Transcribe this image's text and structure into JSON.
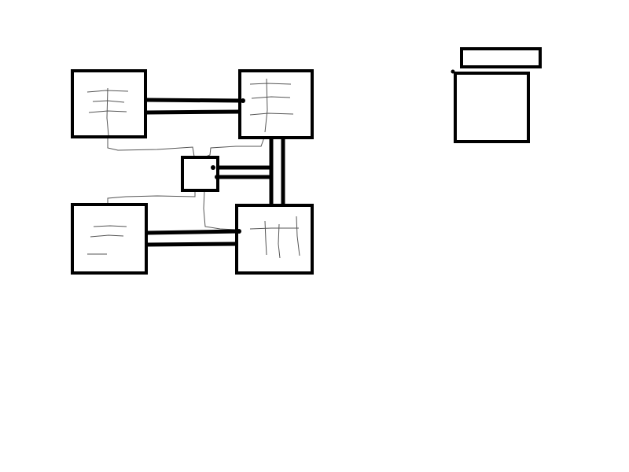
{
  "diagram": {
    "colors": {
      "background": "#ffffff",
      "stroke": "#000000",
      "wire": "#555555"
    },
    "nodes": [
      {
        "id": "top-left-box"
      },
      {
        "id": "top-right-box"
      },
      {
        "id": "bottom-left-box"
      },
      {
        "id": "bottom-right-box"
      },
      {
        "id": "center-small-box"
      },
      {
        "id": "legend-box"
      },
      {
        "id": "legend-label-bar"
      }
    ],
    "connections": [
      {
        "from": "top-left-box",
        "to": "top-right-box",
        "kind": "double-bus"
      },
      {
        "from": "bottom-left-box",
        "to": "bottom-right-box",
        "kind": "double-bus"
      },
      {
        "from": "top-right-box",
        "to": "bottom-right-box",
        "kind": "double-bus"
      },
      {
        "from": "center-small-box",
        "to": "top-right-box",
        "kind": "double-bus"
      },
      {
        "from": "top-left-box",
        "to": "center-small-box",
        "kind": "thin-wire"
      },
      {
        "from": "top-right-box",
        "to": "center-small-box",
        "kind": "thin-wire"
      },
      {
        "from": "center-small-box",
        "to": "bottom-left-box",
        "kind": "thin-wire"
      },
      {
        "from": "center-small-box",
        "to": "bottom-right-box",
        "kind": "thin-wire"
      }
    ]
  }
}
